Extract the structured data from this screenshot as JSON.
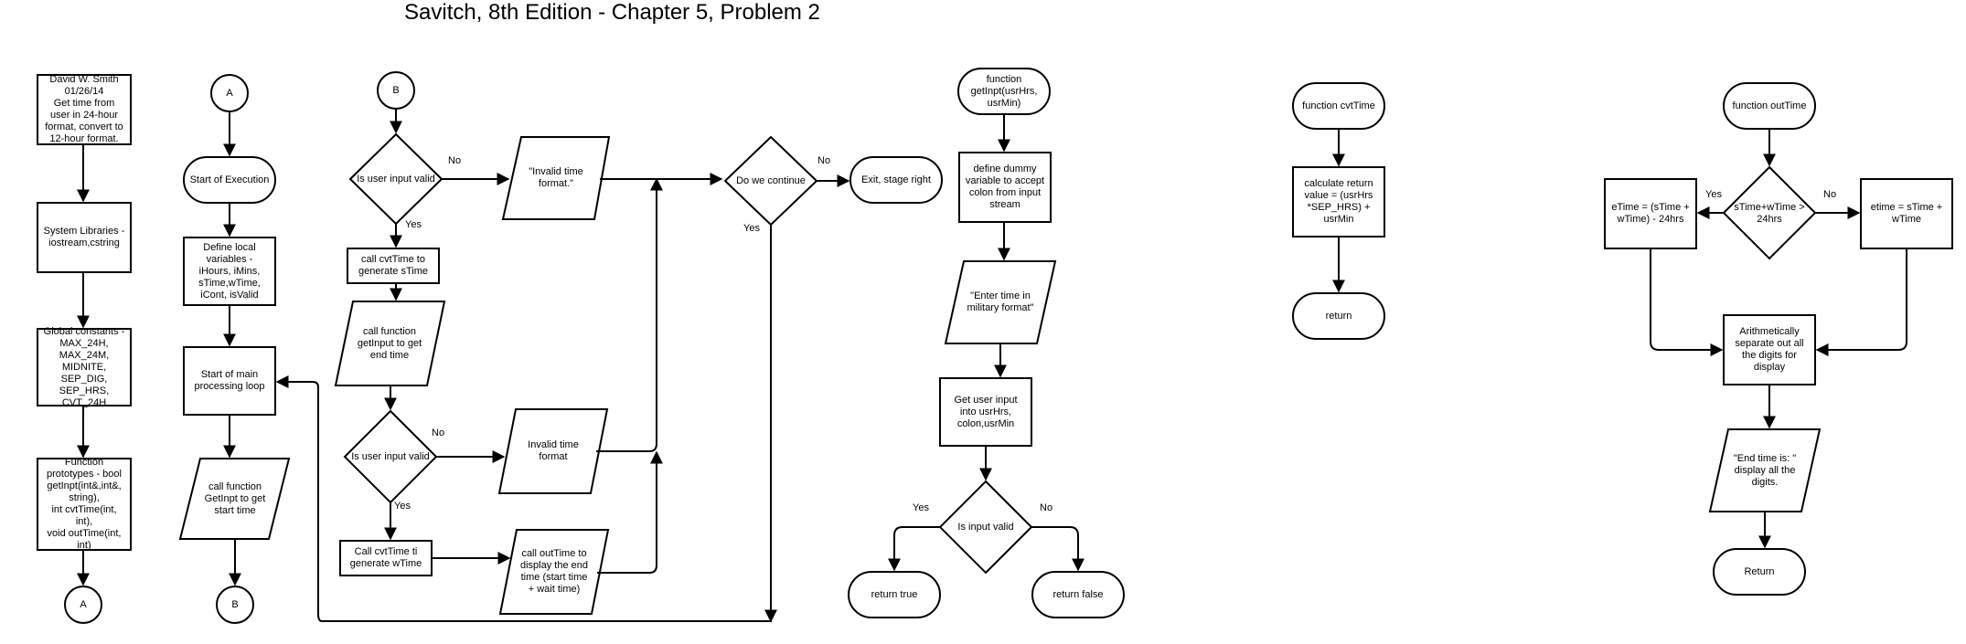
{
  "title": "Savitch, 8th Edition - Chapter 5, Problem 2",
  "nodes": {
    "header": "David W. Smith\n01/26/14\nGet time from\nuser in 24-hour\nformat, convert to\n12-hour format.",
    "sys_libs": "System Libraries -\niostream,cstring",
    "globals": "Global constants -\nMAX_24H,\nMAX_24M,\nMIDNITE,\nSEP_DIG,\nSEP_HRS,\nCVT_24H",
    "prototypes": "Function\nprototypes - bool\ngetInpt(int&,int&,\nstring),\nint cvtTime(int,\nint),\nvoid outTime(int,\nint)",
    "conn_a1": "A",
    "conn_a2": "A",
    "start_exec": "Start of Execution",
    "define_locals": "Define local\nvariables -\niHours, iMins,\nsTime,wTime,\niCont, isValid",
    "main_loop": "Start of main\nprocessing loop",
    "call_getinpt_start": "call function\nGetInpt to get\nstart time",
    "conn_b1": "B",
    "conn_b2": "B",
    "valid1": "Is user input valid",
    "call_cvt_s": "call cvtTime to\ngenerate sTime",
    "call_getinput_end": "call function\ngetInput to get\nend time",
    "valid2": "Is user input valid",
    "call_cvt_w": "Call cvtTime ti\ngenerate wTime",
    "invalid1": "\"Invalid time\nformat.\"",
    "invalid2": "Invalid time\nformat",
    "call_outtime": "call outTime to\ndisplay the end\ntime (start time\n+ wait time)",
    "continue": "Do we continue",
    "exit": "Exit, stage right",
    "fn_getinpt": "function\ngetInpt(usrHrs,\nusrMin)",
    "define_dummy": "define dummy\nvariable to accept\ncolon from input\nstream",
    "enter_time": "\"Enter time in\nmilitary format\"",
    "get_input": "Get user input\ninto usrHrs,\ncolon,usrMin",
    "input_valid": "Is input valid",
    "ret_true": "return true",
    "ret_false": "return false",
    "fn_cvttime": "function cvtTime",
    "calc_return": "calculate return\nvalue = (usrHrs\n*SEP_HRS) +\nusrMin",
    "return_cvt": "return",
    "fn_outtime": "function outTime",
    "over24": "sTime+wTime >\n24hrs",
    "etime_minus": "eTime = (sTime +\nwTime) - 24hrs",
    "etime_plus": "etime = sTime +\nwTime",
    "arith": "Arithmetically\nseparate out all\nthe digits for\ndisplay",
    "end_time": "\"End time is: \"\ndisplay all the\ndigits.",
    "return_out": "Return"
  },
  "edge_labels": {
    "valid1_no": "No",
    "valid1_yes": "Yes",
    "valid2_no": "No",
    "valid2_yes": "Yes",
    "continue_no": "No",
    "continue_yes": "Yes",
    "input_yes": "Yes",
    "input_no": "No",
    "over24_yes": "Yes",
    "over24_no": "No"
  }
}
